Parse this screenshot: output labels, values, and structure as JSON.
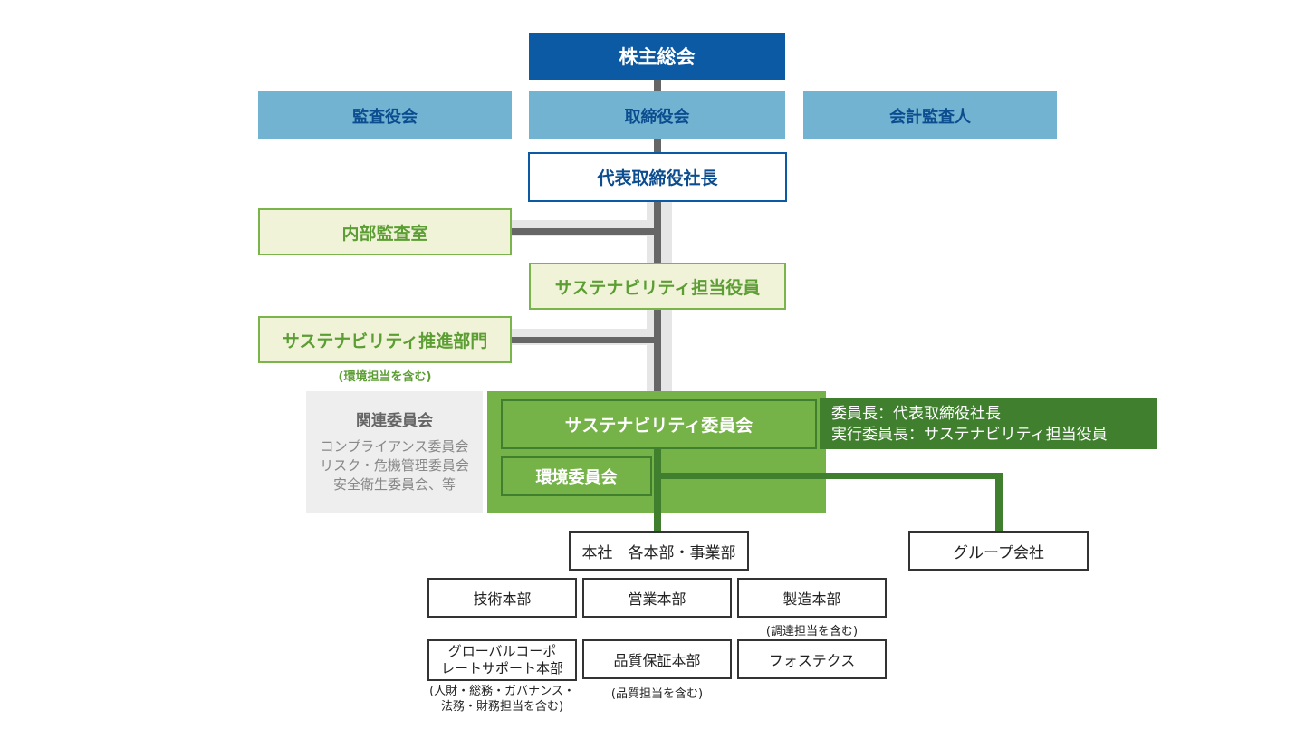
{
  "chart_data": {
    "type": "organization_chart",
    "nodes": {
      "shareholders": "株主総会",
      "auditors": "監査役会",
      "board": "取締役会",
      "accounting_auditor": "会計監査人",
      "president": "代表取締役社長",
      "internal_audit": "内部監査室",
      "sustainability_officer": "サステナビリティ担当役員",
      "sustainability_dept": "サステナビリティ推進部門",
      "sustainability_dept_note": "(環境担当を含む)",
      "related_committees_title": "関連委員会",
      "related_committees_list": "コンプライアンス委員会\nリスク・危機管理委員会\n安全衛生委員会、等",
      "sustainability_committee": "サステナビリティ委員会",
      "committee_chairs": "委員長：代表取締役社長\n実行委員長：サステナビリティ担当役員",
      "environment_committee": "環境委員会",
      "hq_divisions": "本社　各本部・事業部",
      "group_companies": "グループ会社",
      "tech": "技術本部",
      "sales": "営業本部",
      "manufacturing": "製造本部",
      "manufacturing_note": "(調達担当を含む)",
      "global_corporate": "グローバルコーポ\nレートサポート本部",
      "global_corporate_note": "(人財・総務・ガバナンス・\n法務・財務担当を含む)",
      "quality": "品質保証本部",
      "quality_note": "(品質担当を含む)",
      "fostex": "フォステクス"
    }
  }
}
